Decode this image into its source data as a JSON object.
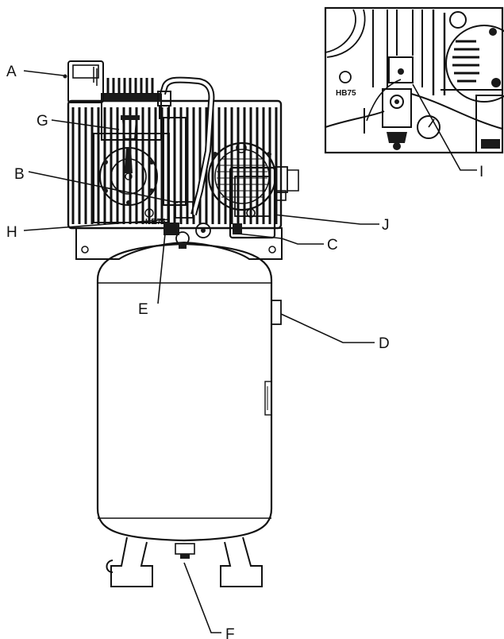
{
  "diagram": {
    "labels": [
      {
        "id": "a",
        "text": "A"
      },
      {
        "id": "b",
        "text": "B"
      },
      {
        "id": "c",
        "text": "C"
      },
      {
        "id": "d",
        "text": "D"
      },
      {
        "id": "e",
        "text": "E"
      },
      {
        "id": "f",
        "text": "F"
      },
      {
        "id": "g",
        "text": "G"
      },
      {
        "id": "h",
        "text": "H"
      },
      {
        "id": "i",
        "text": "I"
      },
      {
        "id": "j",
        "text": "J"
      }
    ],
    "pump_marking": "HB75",
    "inset_marking": "HB75"
  }
}
